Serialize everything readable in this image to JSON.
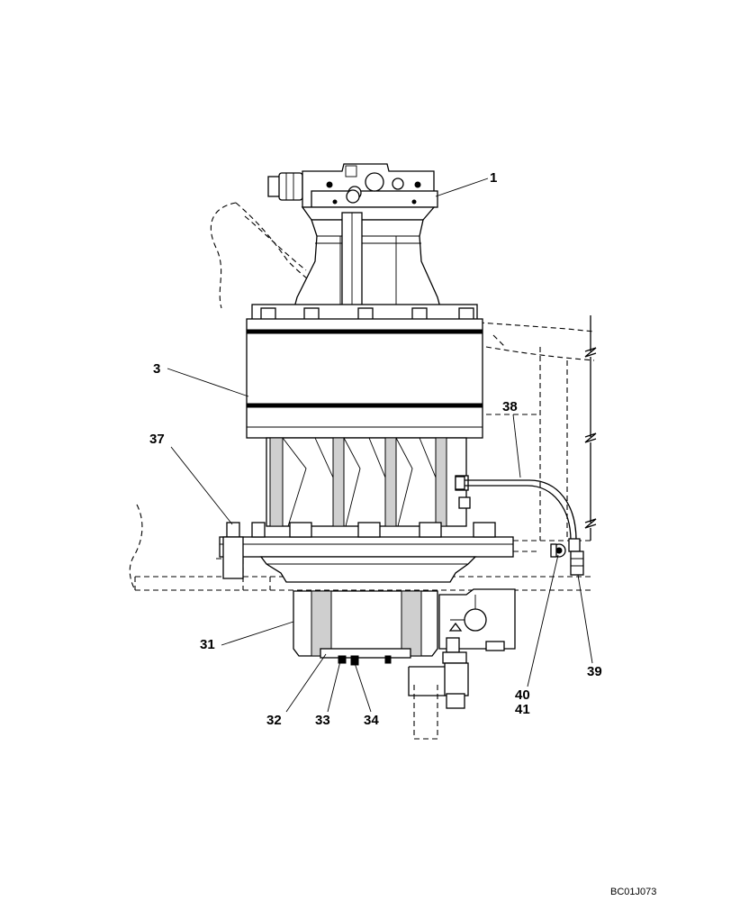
{
  "diagram": {
    "callouts": {
      "c1": "1",
      "c3": "3",
      "c37": "37",
      "c38": "38",
      "c31": "31",
      "c32": "32",
      "c33": "33",
      "c34": "34",
      "c40": "40",
      "c41": "41",
      "c39": "39"
    },
    "drawing_ref": "BC01J073"
  }
}
